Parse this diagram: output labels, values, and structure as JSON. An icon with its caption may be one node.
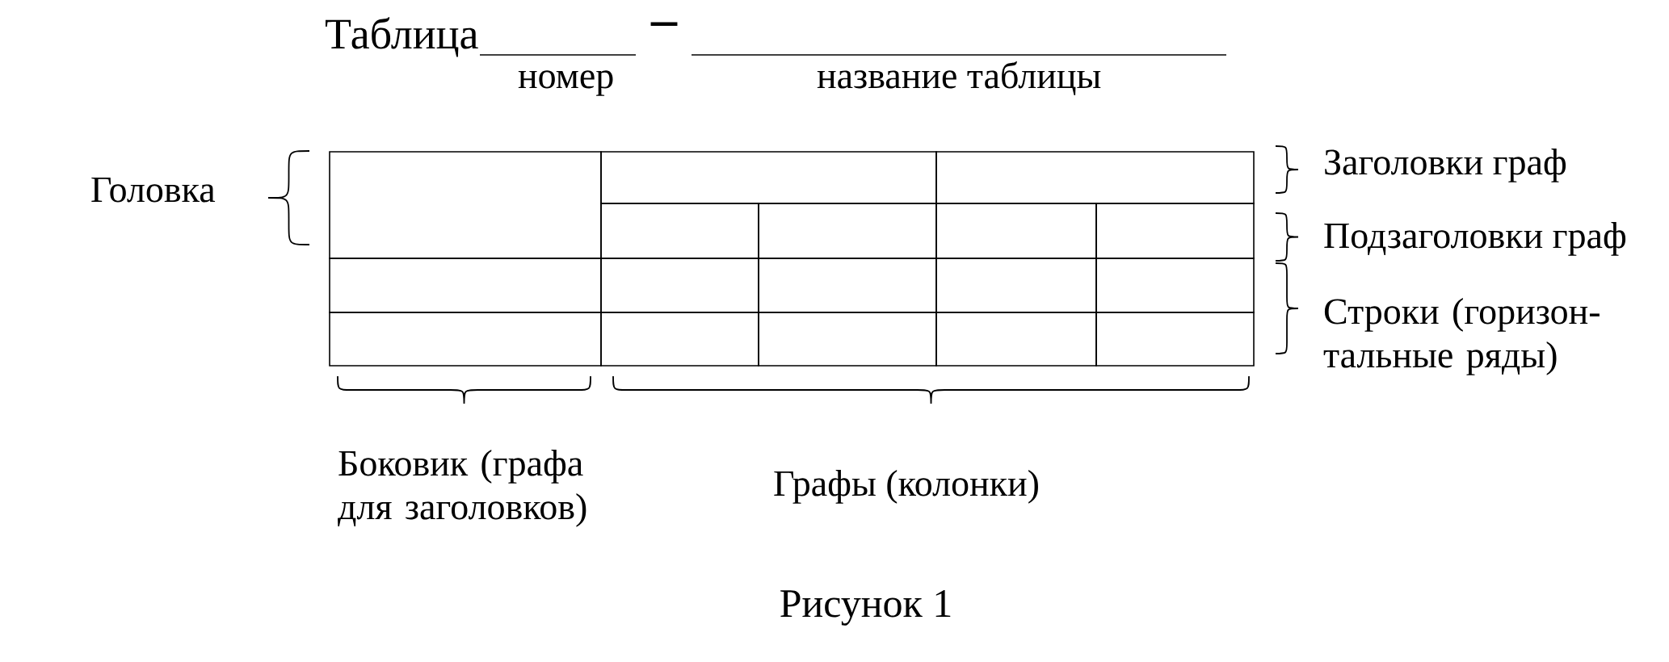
{
  "diagram": {
    "caption": "Рисунок 1",
    "nodes": [
      {
        "text": [],
        "shape": "box"
      },
      {
        "text": [],
        "shape": "box"
      },
      {
        "text": [],
        "shape": "box"
      },
      {
        "text": [],
        "shape": "box"
      },
      {
        "text": [],
        "shape": "box"
      },
      {
        "text": [],
        "shape": "box"
      },
      {
        "text": [],
        "shape": "box"
      },
      {
        "text": [],
        "shape": "box"
      },
      {
        "text": [],
        "shape": "box"
      },
      {
        "text": [],
        "shape": "box"
      },
      {
        "text": [],
        "shape": "box"
      },
      {
        "text": [],
        "shape": "box"
      },
      {
        "text": [],
        "shape": "box"
      },
      {
        "text": [],
        "shape": "box"
      },
      {
        "text": [],
        "shape": "box"
      },
      {
        "text": [],
        "shape": "box"
      },
      {
        "text": [],
        "shape": "box"
      }
    ],
    "labels": [
      "Таблица",
      "–",
      "номер",
      "название таблицы",
      "Головка",
      "Заголовки граф",
      "Подзаголовки граф",
      "Строки (горизон- тальные ряды)",
      "Боковик (графа для заголовков)",
      "Графы (колонки)"
    ]
  }
}
